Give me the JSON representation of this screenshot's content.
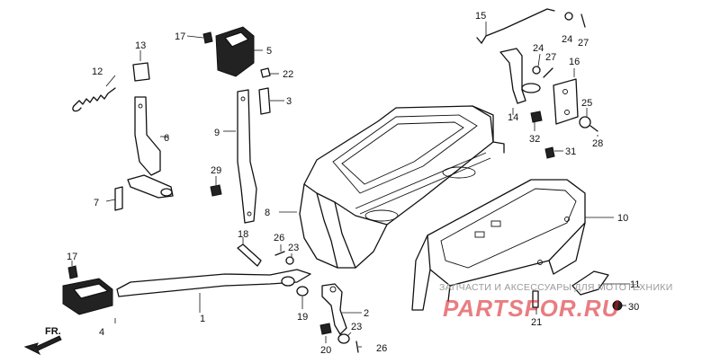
{
  "diagram": {
    "parts": [
      {
        "id": "p1",
        "label": "1"
      },
      {
        "id": "p2",
        "label": "2"
      },
      {
        "id": "p3",
        "label": "3"
      },
      {
        "id": "p4",
        "label": "4"
      },
      {
        "id": "p5",
        "label": "5"
      },
      {
        "id": "p6",
        "label": "6"
      },
      {
        "id": "p7",
        "label": "7"
      },
      {
        "id": "p8",
        "label": "8"
      },
      {
        "id": "p9",
        "label": "9"
      },
      {
        "id": "p10",
        "label": "10"
      },
      {
        "id": "p11",
        "label": "11"
      },
      {
        "id": "p12",
        "label": "12"
      },
      {
        "id": "p13",
        "label": "13"
      },
      {
        "id": "p14",
        "label": "14"
      },
      {
        "id": "p15",
        "label": "15"
      },
      {
        "id": "p16",
        "label": "16"
      },
      {
        "id": "p17a",
        "label": "17"
      },
      {
        "id": "p17b",
        "label": "17"
      },
      {
        "id": "p18",
        "label": "18"
      },
      {
        "id": "p19",
        "label": "19"
      },
      {
        "id": "p20",
        "label": "20"
      },
      {
        "id": "p21",
        "label": "21"
      },
      {
        "id": "p22",
        "label": "22"
      },
      {
        "id": "p23a",
        "label": "23"
      },
      {
        "id": "p23b",
        "label": "23"
      },
      {
        "id": "p24a",
        "label": "24"
      },
      {
        "id": "p24b",
        "label": "24"
      },
      {
        "id": "p25",
        "label": "25"
      },
      {
        "id": "p26a",
        "label": "26"
      },
      {
        "id": "p26b",
        "label": "26"
      },
      {
        "id": "p27a",
        "label": "27"
      },
      {
        "id": "p27b",
        "label": "27"
      },
      {
        "id": "p28",
        "label": "28"
      },
      {
        "id": "p29",
        "label": "29"
      },
      {
        "id": "p30",
        "label": "30"
      },
      {
        "id": "p31",
        "label": "31"
      },
      {
        "id": "p32",
        "label": "32"
      }
    ],
    "direction_label": "FR."
  },
  "watermark": {
    "subtitle": "ЗАПЧАСТИ И АКСЕССУАРЫ ДЛЯ МОТОТЕХНИКИ",
    "brand": "PARTSFOR.RU",
    "color": "#d8141c"
  }
}
